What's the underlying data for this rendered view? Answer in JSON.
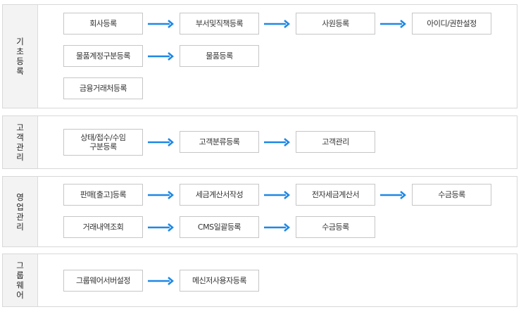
{
  "sections": [
    {
      "label": "기초등록",
      "items": [
        "회사등록",
        "부서및직책등록",
        "사원등록",
        "아이디/권한설정",
        "물품계정구분등록",
        "물품등록",
        "금융거래처등록"
      ]
    },
    {
      "label": "고객관리",
      "items": [
        "상태/접수/수임\n구분등록",
        "고객분류등록",
        "고객관리"
      ]
    },
    {
      "label": "영업관리",
      "items": [
        "판매[출고]등록",
        "세금계산서작성",
        "전자세금계산서",
        "수금등록",
        "거래내역조회",
        "CMS일괄등록",
        "수금등록"
      ]
    },
    {
      "label": "그룹웨어",
      "items": [
        "그룹웨어서버설정",
        "메신저사용자등록"
      ]
    }
  ],
  "colors": {
    "arrow": "#1e88e5",
    "border": "#c6c6c6",
    "label_bg": "#f3f3f3"
  }
}
